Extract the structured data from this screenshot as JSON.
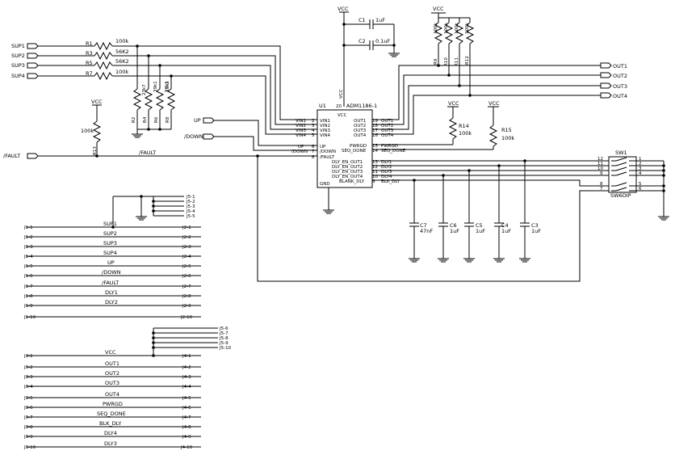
{
  "power": {
    "vcc": "VCC"
  },
  "inputs": {
    "sup1": "SUP1",
    "sup2": "SUP2",
    "sup3": "SUP3",
    "sup4": "SUP4",
    "up": "UP",
    "down": "/DOWN",
    "fault": "/FAULT"
  },
  "resistors": [
    {
      "ref": "R1",
      "value": "100k"
    },
    {
      "ref": "R3",
      "value": "56K2"
    },
    {
      "ref": "R5",
      "value": "56K2"
    },
    {
      "ref": "R7",
      "value": "100k"
    },
    {
      "ref": "R2",
      "value": "23k7"
    },
    {
      "ref": "R4",
      "value": "39k1"
    },
    {
      "ref": "R6",
      "value": "20k1"
    },
    {
      "ref": "R8",
      "value": "13k2"
    },
    {
      "ref": "R13",
      "value": "100k"
    },
    {
      "ref": "R9",
      "value": "100k"
    },
    {
      "ref": "R10",
      "value": "100k"
    },
    {
      "ref": "R11",
      "value": "100k"
    },
    {
      "ref": "R12",
      "value": "100k"
    },
    {
      "ref": "R14",
      "value": "100k"
    },
    {
      "ref": "R15",
      "value": "100k"
    }
  ],
  "caps_top": [
    {
      "ref": "C1",
      "value": "1uF"
    },
    {
      "ref": "C2",
      "value": "0.1uF"
    }
  ],
  "caps_bottom": [
    {
      "ref": "C7",
      "value": "47nF"
    },
    {
      "ref": "C6",
      "value": "1uF"
    },
    {
      "ref": "C5",
      "value": "1uF"
    },
    {
      "ref": "C4",
      "value": "1uF"
    },
    {
      "ref": "C3",
      "value": "1uF"
    }
  ],
  "ic": {
    "ref": "U1",
    "part": "ADM1186-1",
    "vcc_pin": "20",
    "vcc": "VCC",
    "gnd": "GND",
    "left_pins": [
      {
        "num": "2",
        "name": "VIN1",
        "net": "VIN1"
      },
      {
        "num": "3",
        "name": "VIN2",
        "net": "VIN2"
      },
      {
        "num": "4",
        "name": "VIN3",
        "net": "VIN3"
      },
      {
        "num": "5",
        "name": "VIN4",
        "net": "VIN4"
      },
      {
        "num": "6",
        "name": "UP",
        "net": "UP"
      },
      {
        "num": "7",
        "name": "/DOWN",
        "net": "/DOWN"
      },
      {
        "num": "8",
        "name": "/FAULT",
        "net": ""
      }
    ],
    "right_pins": [
      {
        "num": "19",
        "name": "OUT1",
        "net": "OUT1"
      },
      {
        "num": "18",
        "name": "OUT2",
        "net": "OUT2"
      },
      {
        "num": "17",
        "name": "OUT3",
        "net": "OUT3"
      },
      {
        "num": "16",
        "name": "OUT4",
        "net": "OUT4"
      },
      {
        "num": "15",
        "name": "PWRGD",
        "net": "PWRGD"
      },
      {
        "num": "14",
        "name": "SEQ_DONE",
        "net": "SEQ_DONE"
      },
      {
        "num": "13",
        "name": "DLY_EN_OUT1",
        "net": "DLY1"
      },
      {
        "num": "12",
        "name": "DLY_EN_OUT2",
        "net": "DLY2"
      },
      {
        "num": "11",
        "name": "DLY_EN_OUT3",
        "net": "DLY3"
      },
      {
        "num": "10",
        "name": "DLY_EN_OUT4",
        "net": "DLY4"
      },
      {
        "num": "9",
        "name": "BLANK_DLY",
        "net": "BLK_DLY"
      }
    ]
  },
  "outputs": [
    "OUT1",
    "OUT2",
    "OUT3",
    "OUT4"
  ],
  "switch": {
    "ref": "SW1",
    "part": "SW6DIP",
    "left_pins": [
      "12",
      "11",
      "10",
      "9",
      "8",
      "7"
    ],
    "right_pins": [
      "1",
      "2",
      "3",
      "4",
      "5",
      "6"
    ]
  },
  "connectors": {
    "j5_top": [
      "J5-1",
      "J5-2",
      "J5-3",
      "J5-4",
      "J5-5"
    ],
    "j5_bottom": [
      "J5-6",
      "J5-7",
      "J5-8",
      "J5-9",
      "J5-10"
    ],
    "j1j2": [
      {
        "left": "J1-1",
        "net": "SUP1",
        "right": "J2-1"
      },
      {
        "left": "J1-2",
        "net": "SUP2",
        "right": "J2-2"
      },
      {
        "left": "J1-3",
        "net": "SUP3",
        "right": "J2-3"
      },
      {
        "left": "J1-4",
        "net": "SUP4",
        "right": "J2-4"
      },
      {
        "left": "J1-5",
        "net": "UP",
        "right": "J2-5"
      },
      {
        "left": "J1-6",
        "net": "/DOWN",
        "right": "J2-6"
      },
      {
        "left": "J1-7",
        "net": "/FAULT",
        "right": "J2-7"
      },
      {
        "left": "J1-8",
        "net": "DLY1",
        "right": "J2-8"
      },
      {
        "left": "J1-9",
        "net": "DLY2",
        "right": "J2-9"
      },
      {
        "left": "J1-10",
        "net": "",
        "right": "J2-10"
      }
    ],
    "j3j4": [
      {
        "left": "J3-1",
        "net": "VCC",
        "right": "J4-1"
      },
      {
        "left": "J3-2",
        "net": "OUT1",
        "right": "J4-2"
      },
      {
        "left": "J3-3",
        "net": "OUT2",
        "right": "J4-3"
      },
      {
        "left": "J3-4",
        "net": "OUT3",
        "right": "J4-4"
      },
      {
        "left": "J3-5",
        "net": "OUT4",
        "right": "J4-5"
      },
      {
        "left": "J3-6",
        "net": "PWRGD",
        "right": "J4-6"
      },
      {
        "left": "J3-7",
        "net": "SEQ_DONE",
        "right": "J4-7"
      },
      {
        "left": "J3-8",
        "net": "BLK_DLY",
        "right": "J4-8"
      },
      {
        "left": "J3-9",
        "net": "DLY4",
        "right": "J4-9"
      },
      {
        "left": "J3-10",
        "net": "DLY3",
        "right": "J4-10"
      }
    ]
  }
}
